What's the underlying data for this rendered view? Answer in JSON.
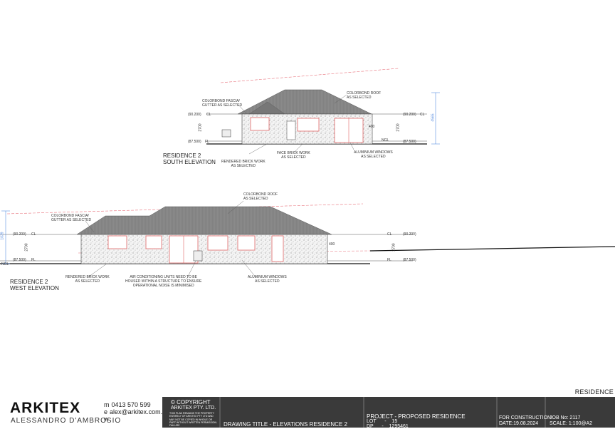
{
  "south": {
    "title_line1": "RESIDENCE 2",
    "title_line2": "SOUTH ELEVATION",
    "labels": {
      "fascia1": "COLORBOND FASCIA/",
      "fascia2": "GUTTER AS SELECTED",
      "roof1": "COLORBOND ROOF",
      "roof2": "AS SELECTED",
      "rendered1": "RENDERED BRICK WORK",
      "rendered2": "AS SELECTED",
      "face1": "FACE BRICK WORK",
      "face2": "AS SELECTED",
      "windows1": "ALUMINIUM WINDOWS",
      "windows2": "AS SELECTED",
      "height": "4565",
      "cl": "CL",
      "fl": "FL",
      "ngl": "NGL",
      "h2700": "2700",
      "h400": "400",
      "lev1": "(90.200)",
      "lev2": "(87.500)"
    }
  },
  "west": {
    "title_line1": "RESIDENCE 2",
    "title_line2": "WEST ELEVATION",
    "labels": {
      "fascia1": "COLORBOND FASCIA/",
      "fascia2": "GUTTER AS SELECTED",
      "roof1": "COLORBOND ROOF",
      "roof2": "AS SELECTED",
      "rendered1": "RENDERED BRICK WORK",
      "rendered2": "AS SELECTED",
      "ac1": "AIR CONDITIONING UNITS NEED TO BE",
      "ac2": "HOUSED WITHIN A STRUCTURE TO ENSURE",
      "ac3": "OPERATIONAL NOISE IS MINIMISED",
      "windows1": "ALUMINIUM WINDOWS",
      "windows2": "AS SELECTED",
      "height": "1039",
      "cl": "CL",
      "fl": "FL",
      "ngl": "NGL",
      "h2700": "2700",
      "h400": "400",
      "lev1": "(90.200)",
      "lev2": "(87.500)"
    }
  },
  "residence_tag": "RESIDENCE",
  "titleblock": {
    "brand": "ARKITEX",
    "person": "ALESSANDRO D'AMBROSIO",
    "contact_m_key": "m",
    "contact_m": "0413 570 599",
    "contact_e_key": "e",
    "contact_e": "alex@arkitex.com.au",
    "contact_w_key": "w",
    "copyright_title": "© COPYRIGHT",
    "copyright_company": "ARKITEX PTY. LTD.",
    "copyright_note": "THIS PLAN REMAINS THE PROPERTY ENTIRELY OF ARKITEX PTY LTD AND MAY NOT BE COPIED IN WHOLE OR PART WITHOUT WRITTEN PERMISSION. FAILURE",
    "drawing_title": "DRAWING TITLE - ELEVATIONS RESIDENCE 2",
    "project": "PROJECT - PROPOSED RESIDENCE",
    "lot_key": "LOT",
    "lot_sep": "-",
    "lot": "15",
    "dp_key": "DP",
    "dp_sep": "-",
    "dp": "1295461",
    "status": "FOR CONSTRUCTION",
    "date": "DATE:19.08.2024",
    "job": "JOB No: 2117",
    "scale": "SCALE:  1:100@A2"
  },
  "colors": {
    "roof": "#7c7c7c",
    "wall_speckle": "#d9d9d9",
    "window_frame": "#e06666",
    "dimension_red": "#e8707a",
    "dimension_blue": "#5b8fe0",
    "titleblock_dark": "#3a3a3a"
  }
}
